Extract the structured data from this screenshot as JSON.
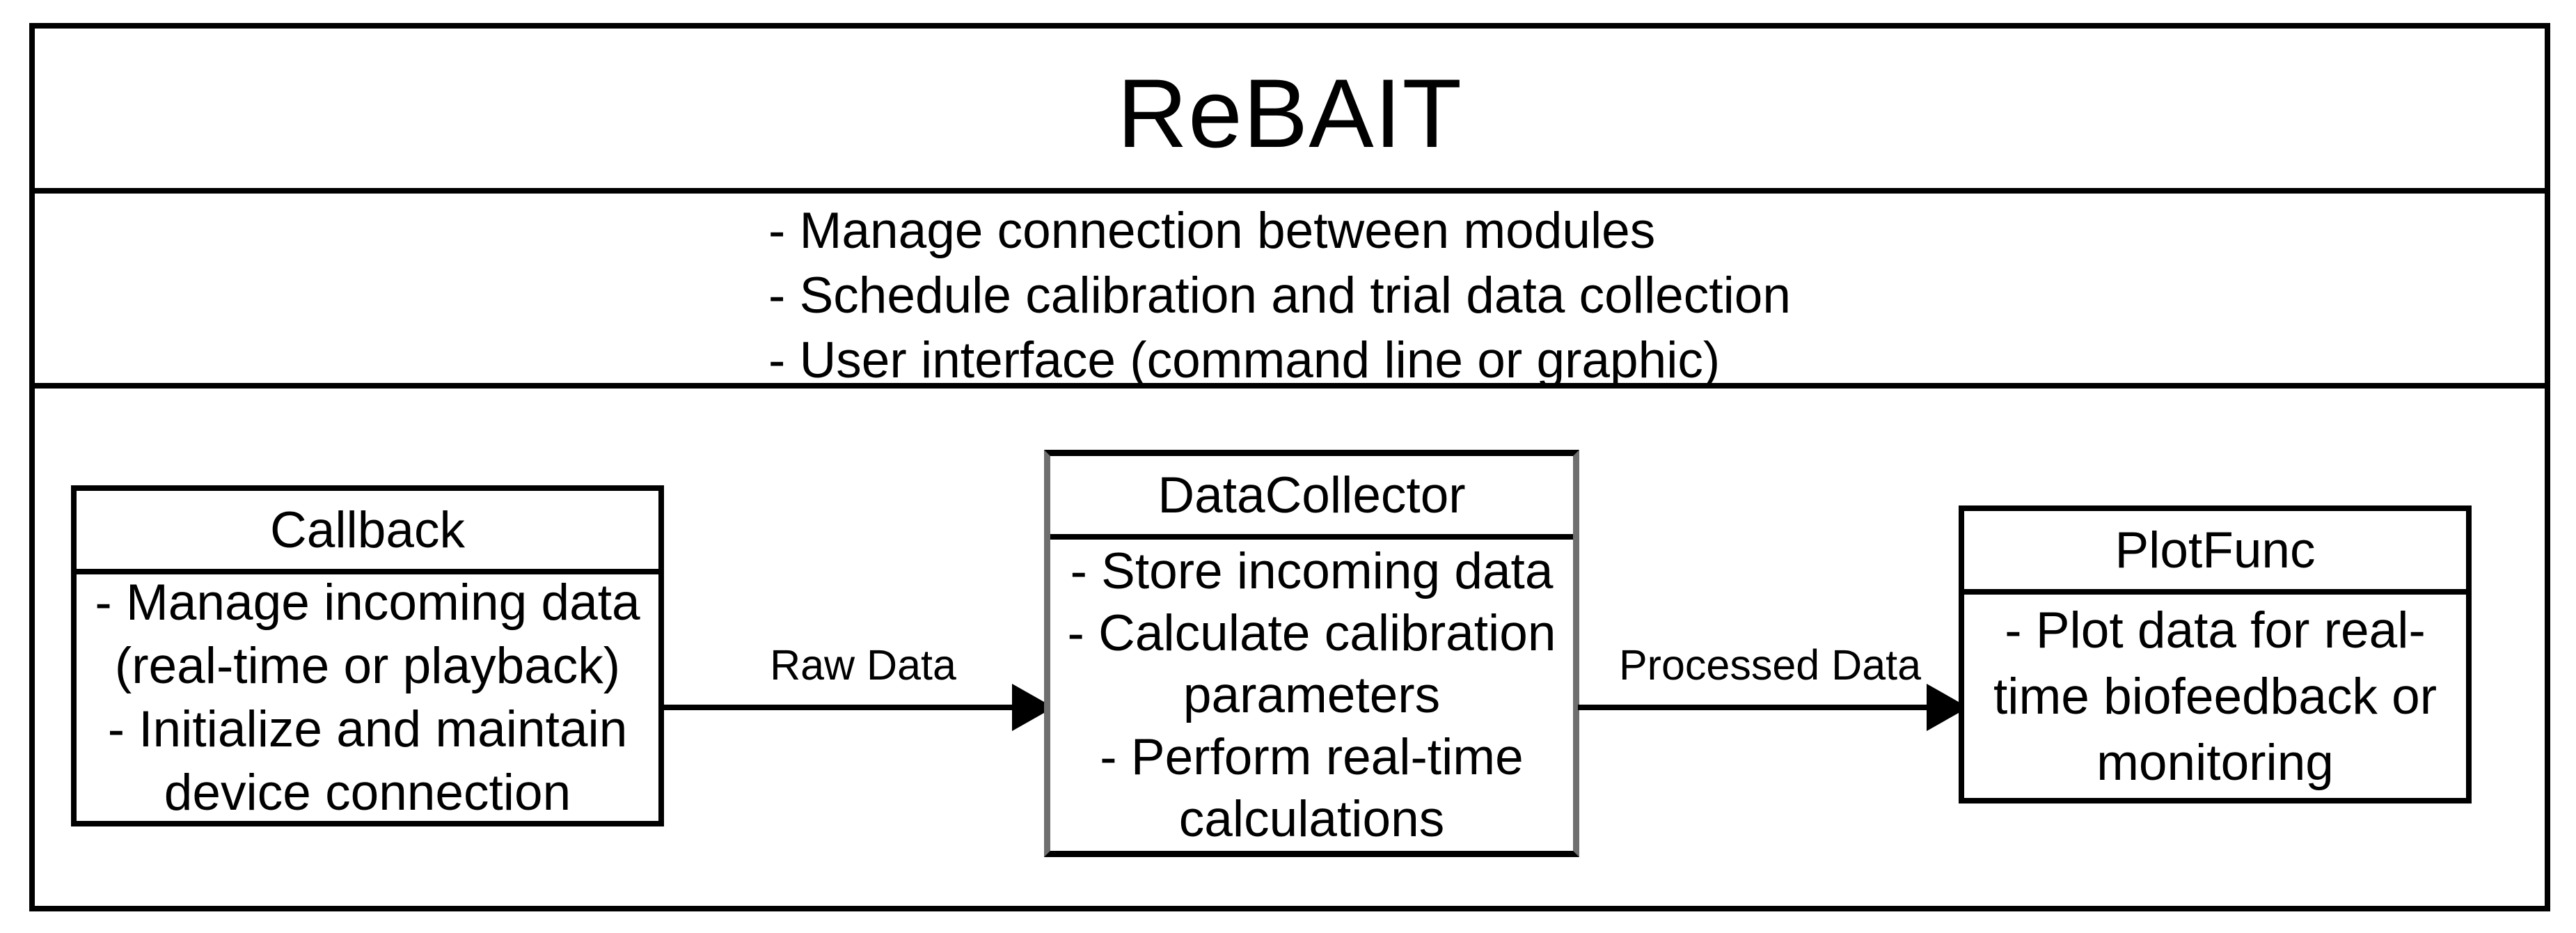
{
  "diagram": {
    "title": "ReBAIT",
    "controller_responsibilities": [
      "- Manage connection between modules",
      "- Schedule calibration and trial data collection",
      "- User interface (command line or graphic)"
    ],
    "modules": [
      {
        "name": "Callback",
        "lines": [
          "- Manage incoming data",
          "(real-time or playback)",
          "- Initialize and maintain",
          "device connection"
        ]
      },
      {
        "name": "DataCollector",
        "lines": [
          "- Store incoming data",
          "- Calculate calibration",
          "parameters",
          "- Perform real-time",
          "calculations"
        ]
      },
      {
        "name": "PlotFunc",
        "lines": [
          "- Plot data for real-",
          "time biofeedback or",
          "monitoring"
        ]
      }
    ],
    "flows": [
      {
        "label": "Raw Data",
        "from": "Callback",
        "to": "DataCollector"
      },
      {
        "label": "Processed Data",
        "from": "DataCollector",
        "to": "PlotFunc"
      }
    ],
    "colors": {
      "line": "#000000",
      "datacollector_side_border": "#6f6f6f",
      "background": "#ffffff"
    }
  }
}
